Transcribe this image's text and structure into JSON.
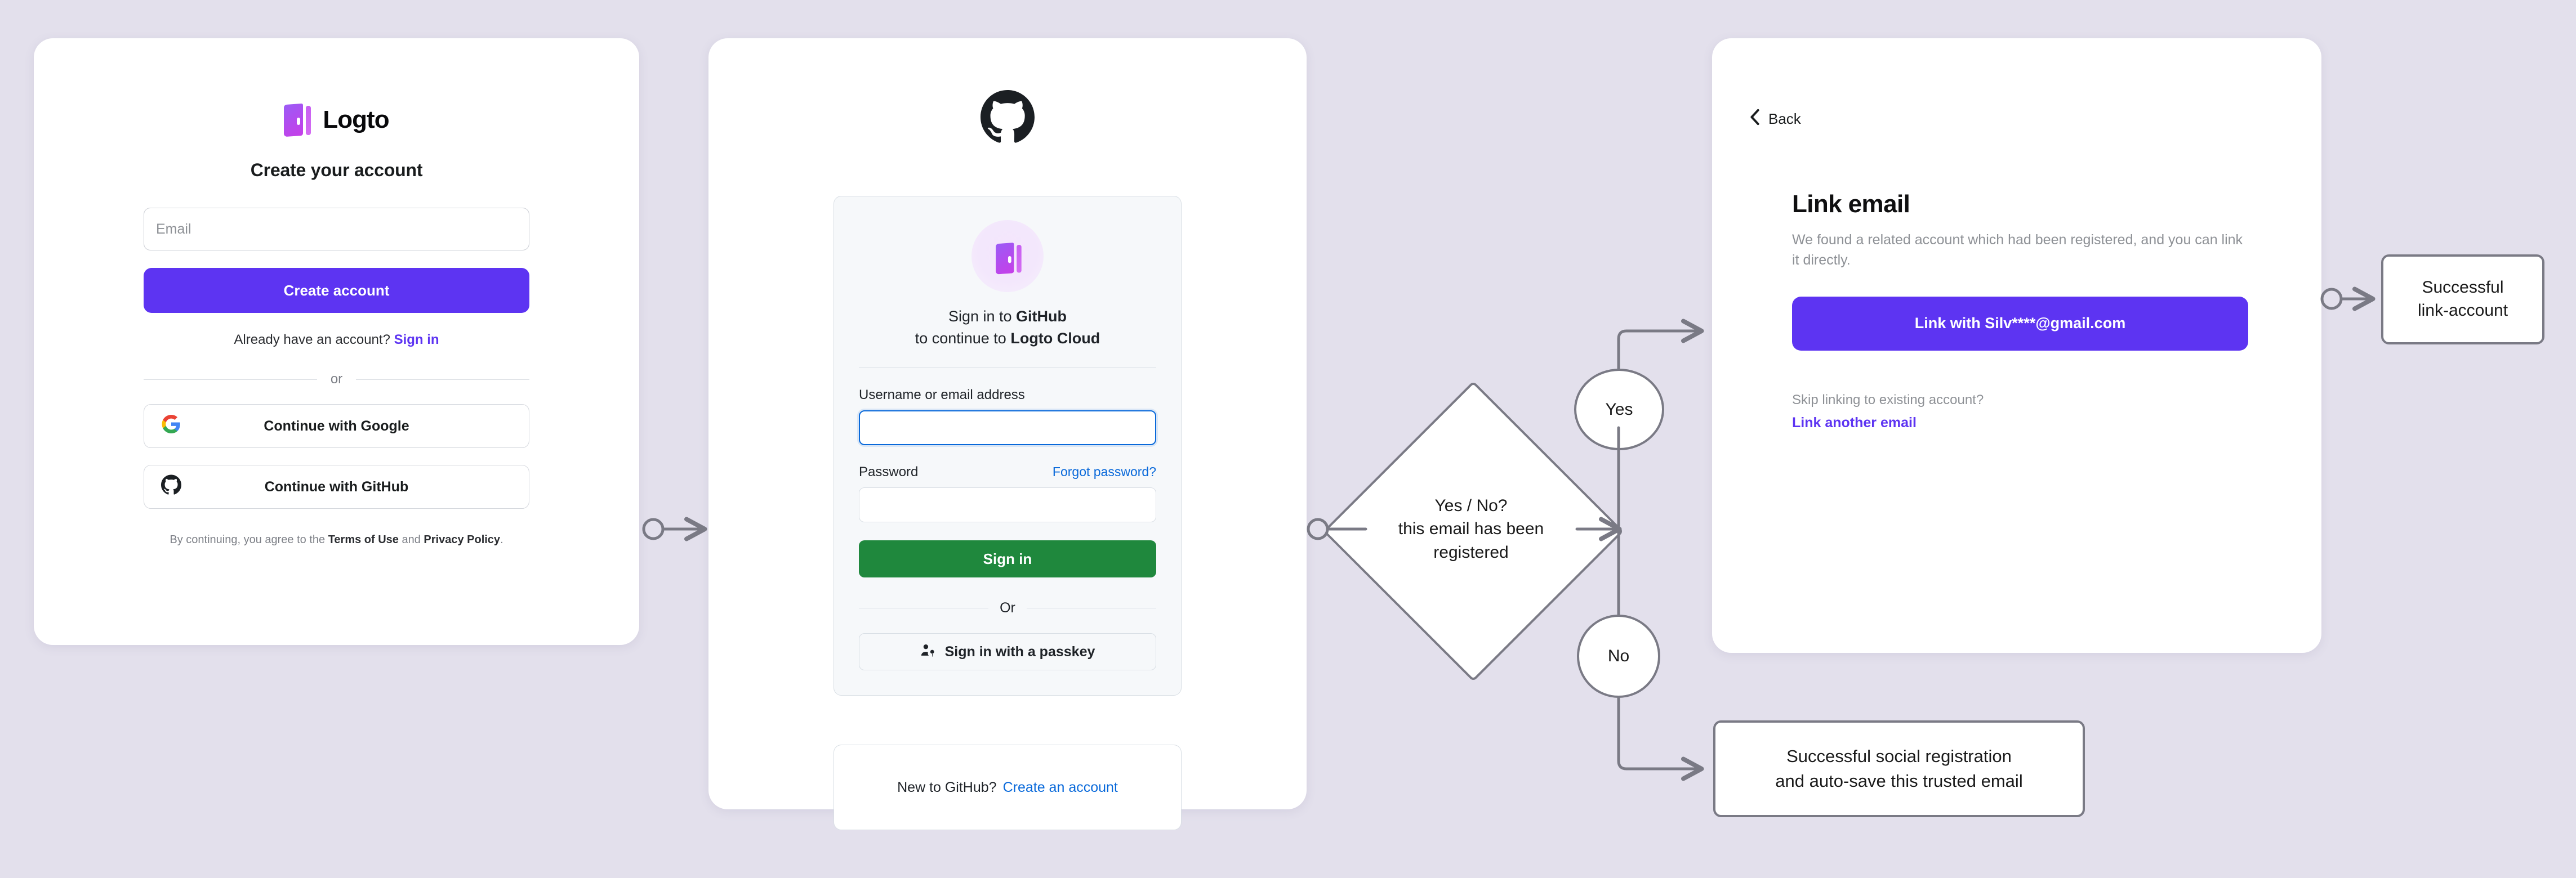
{
  "background_color": "#E3E0EC",
  "accent_color": "#5D34F2",
  "github_green": "#1F883D",
  "github_blue": "#0969DA",
  "wire_color": "#7A7A85",
  "logto_card": {
    "brand_name": "Logto",
    "title": "Create your account",
    "email_placeholder": "Email",
    "create_account_label": "Create account",
    "already_have_account": "Already have an account?",
    "sign_in_link": "Sign in",
    "divider_label": "or",
    "google_label": "Continue with Google",
    "github_label": "Continue with GitHub",
    "legal_prefix": "By continuing, you agree to the ",
    "legal_terms": "Terms of Use",
    "legal_and": " and ",
    "legal_privacy": "Privacy Policy",
    "legal_suffix": "."
  },
  "github_card": {
    "sign_in_prefix": "Sign in to ",
    "sign_in_provider": "GitHub",
    "continue_prefix": "to continue to ",
    "continue_app": "Logto Cloud",
    "username_label": "Username or email address",
    "username_value": "",
    "password_label": "Password",
    "password_value": "",
    "forgot_password_label": "Forgot password?",
    "sign_in_button": "Sign in",
    "or_label": "Or",
    "passkey_label": "Sign in with a passkey",
    "new_to_github": "New to GitHub?",
    "create_account_link": "Create an account"
  },
  "link_card": {
    "back_label": "Back",
    "title": "Link email",
    "description": "We found a related account which had been registered, and you can link it directly.",
    "link_button_label": "Link with Silv****@gmail.com",
    "skip_question": "Skip linking to existing account?",
    "link_another_label": "Link another email"
  },
  "flow": {
    "decision_text": "Yes / No?\nthis email has been\nregistered",
    "yes_label": "Yes",
    "no_label": "No",
    "success_link_account": "Successful\nlink-account",
    "success_social_registration": "Successful social registration\nand auto-save this trusted email"
  },
  "icons": {
    "logto_logo": "logto-door-logo",
    "google": "google-g-icon",
    "github": "github-octocat-icon",
    "passkey": "passkey-person-key-icon",
    "back_chevron": "chevron-left-icon"
  }
}
